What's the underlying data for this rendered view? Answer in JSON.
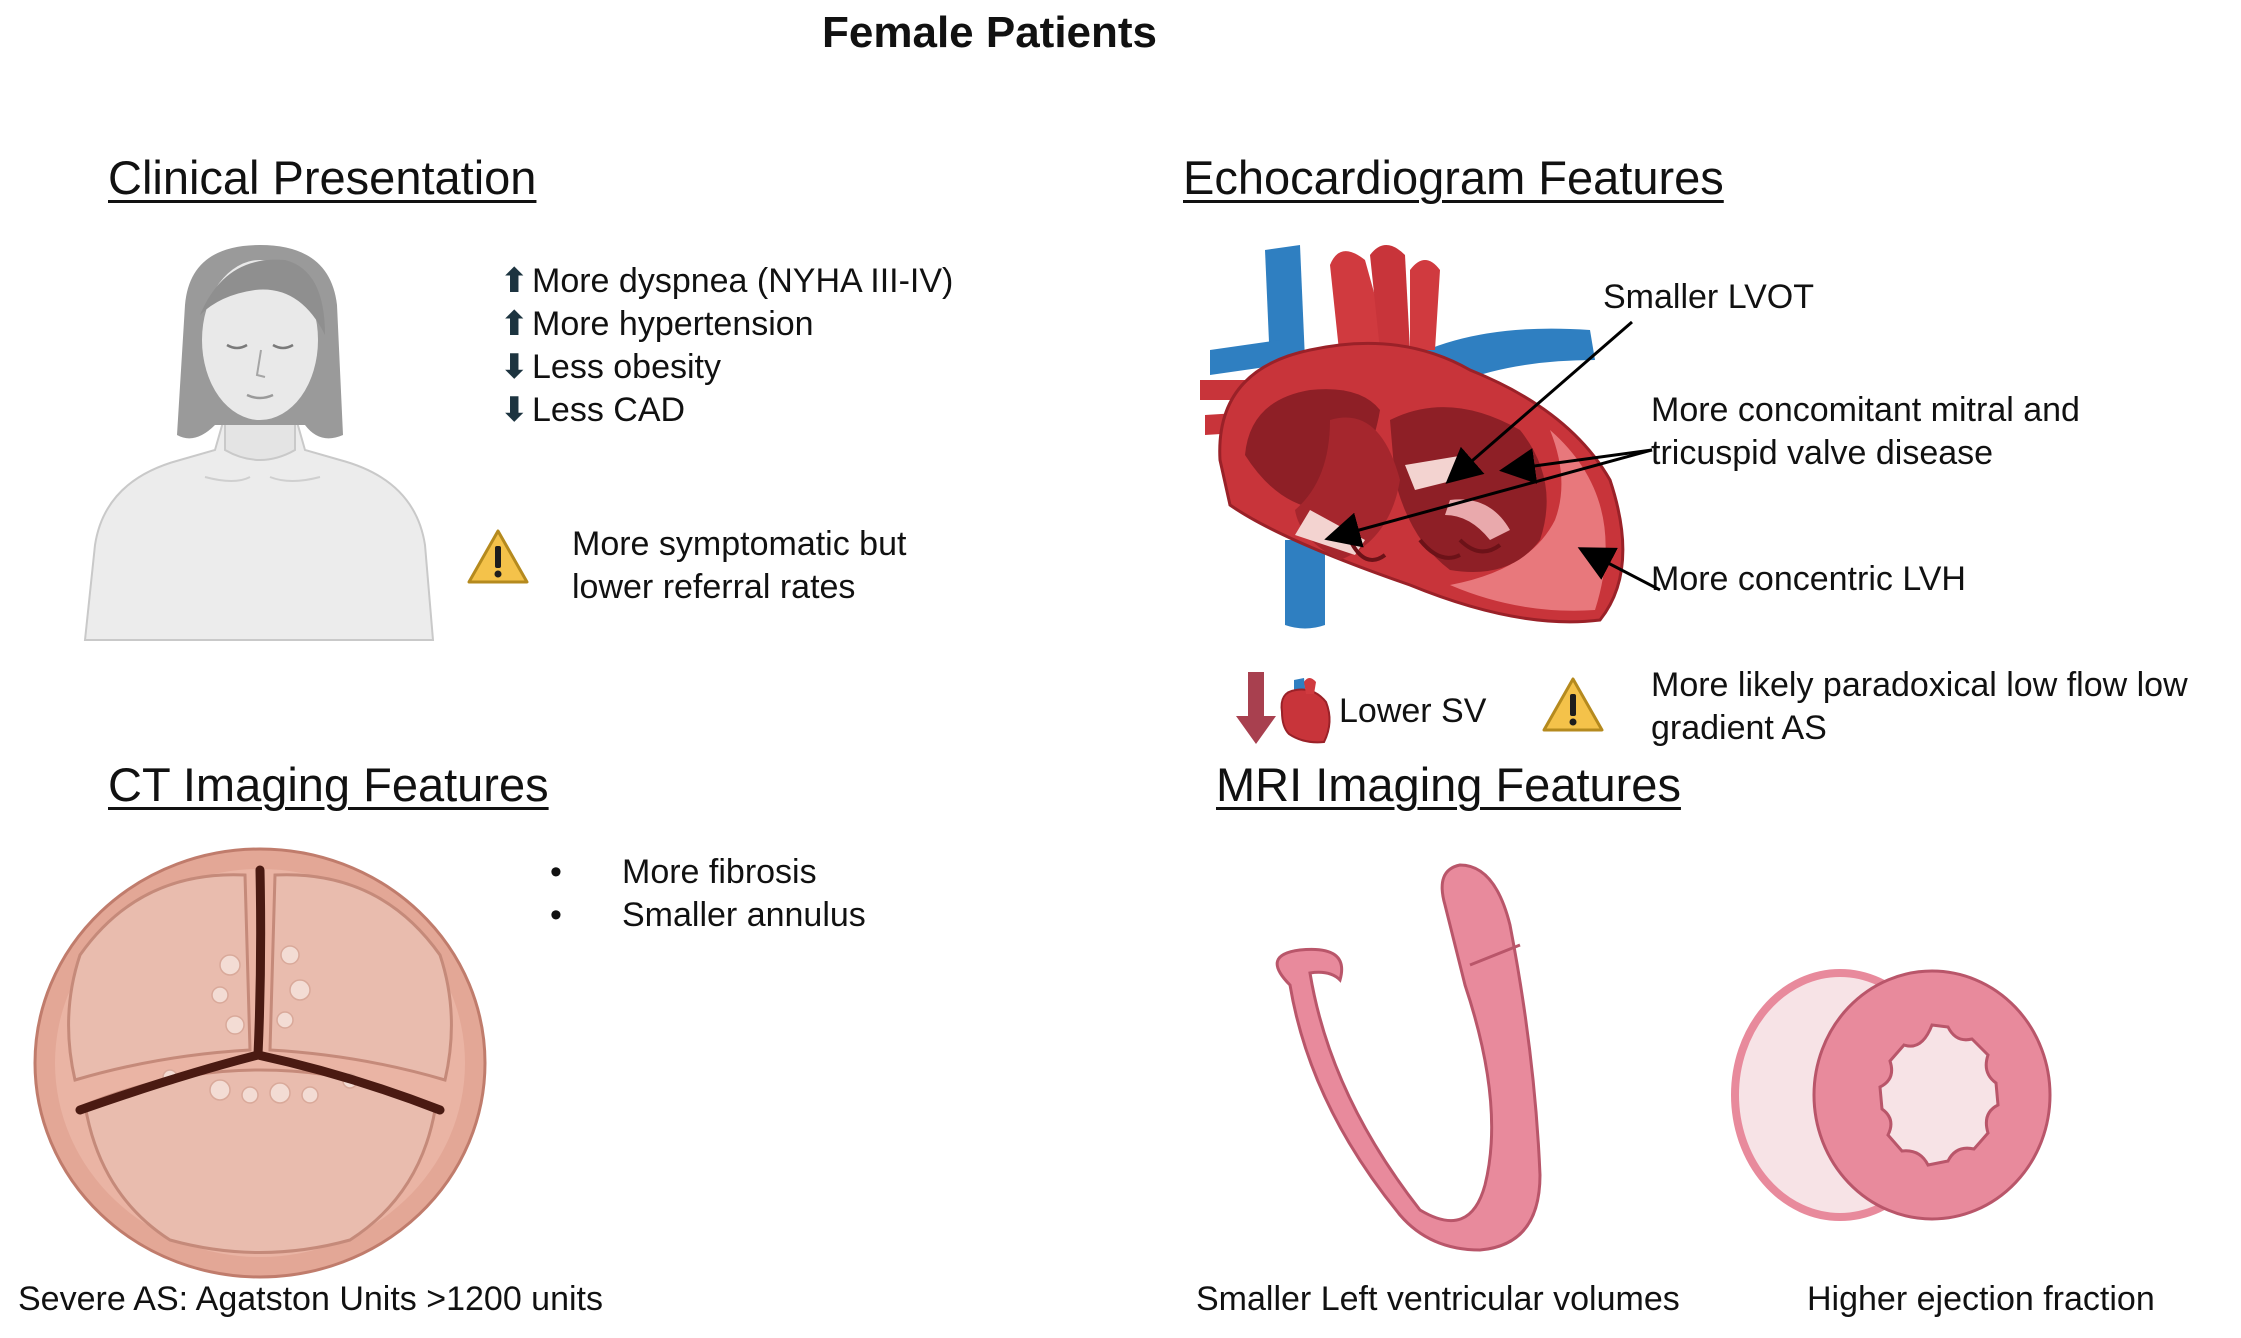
{
  "title": "Female Patients",
  "clinical": {
    "heading": "Clinical Presentation",
    "items": [
      {
        "dir": "up",
        "text": "More dyspnea (NYHA III-IV)"
      },
      {
        "dir": "up",
        "text": "More hypertension"
      },
      {
        "dir": "down",
        "text": "Less obesity"
      },
      {
        "dir": "down",
        "text": "Less CAD"
      }
    ],
    "warning": [
      "More symptomatic but",
      "lower referral rates"
    ]
  },
  "echo": {
    "heading": "Echocardiogram Features",
    "labels": {
      "lvot": "Smaller LVOT",
      "mitral": [
        "More concomitant mitral and",
        "tricuspid valve disease"
      ],
      "lvh": "More concentric LVH"
    },
    "sv": "Lower SV",
    "warning": [
      "More likely paradoxical low flow low",
      "gradient AS"
    ]
  },
  "ct": {
    "heading": "CT Imaging Features",
    "items": [
      "More fibrosis",
      "Smaller annulus"
    ],
    "caption": "Severe AS: Agatston Units >1200 units"
  },
  "mri": {
    "heading": "MRI Imaging Features",
    "caption_left": "Smaller Left ventricular volumes",
    "caption_right": "Higher ejection fraction"
  },
  "icons": {
    "warning": "warning-triangle-icon",
    "arrow_up": "arrow-up-icon",
    "arrow_down": "arrow-down-icon"
  },
  "colors": {
    "warning_fill": "#F4C24A",
    "heart_red": "#C8343A",
    "vein_blue": "#2F7FC1",
    "mri_pink": "#E88A9C",
    "valve_tan": "#E3A796"
  }
}
